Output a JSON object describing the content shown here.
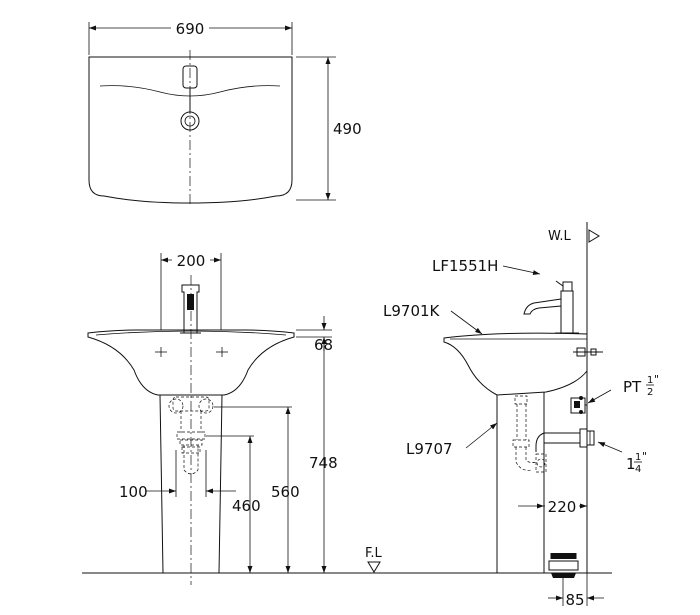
{
  "top_view": {
    "width_dim": "690",
    "depth_dim": "490"
  },
  "front_view": {
    "hole_spacing_dim": "200",
    "rim_thickness_dim": "68",
    "rim_height_dim": "748",
    "drain_width_dim": "100",
    "drain_height_dim": "460",
    "supply_height_dim": "560",
    "floor_label": "F.L"
  },
  "side_view": {
    "wall_label": "W.L",
    "faucet_model": "LF1551H",
    "basin_model": "L9701K",
    "pedestal_model": "L9707",
    "supply_thread_prefix": "PT",
    "supply_thread_num": "1",
    "supply_thread_den": "2",
    "supply_thread_unit": "\"",
    "drain_size_whole": "1",
    "drain_size_num": "1",
    "drain_size_den": "4",
    "drain_size_unit": "\"",
    "drain_offset_dim": "220",
    "floor_outlet_dim": "85"
  }
}
